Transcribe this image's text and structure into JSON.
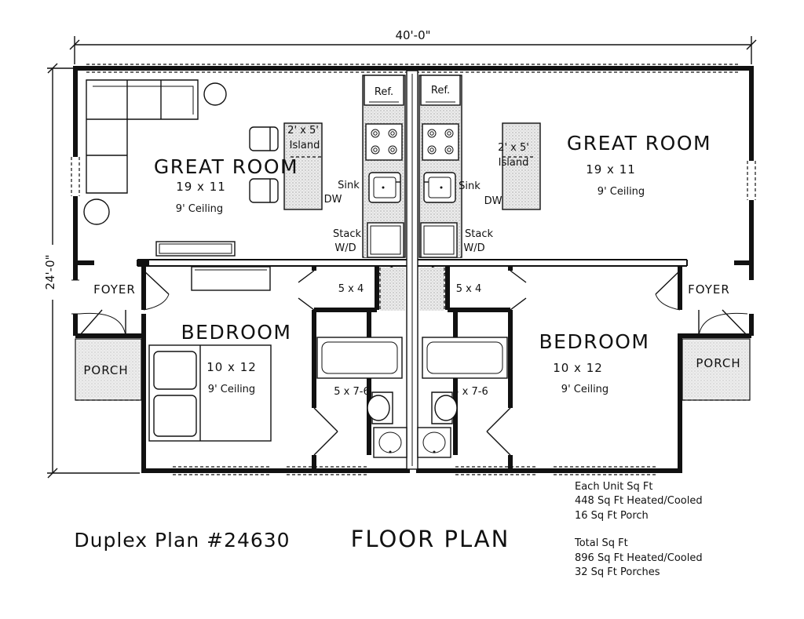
{
  "dimensions": {
    "width": "40'-0\"",
    "depth": "24'-0\""
  },
  "left_unit": {
    "great_room": {
      "name": "GREAT ROOM",
      "size": "19 x 11",
      "ceiling": "9' Ceiling"
    },
    "island": {
      "line1": "2' x 5'",
      "line2": "Island"
    },
    "ref": "Ref.",
    "sink": "Sink",
    "dw": "DW",
    "stack": {
      "line1": "Stack",
      "line2": "W/D"
    },
    "foyer": "FOYER",
    "porch": "PORCH",
    "closet": "5 x 4",
    "bedroom": {
      "name": "BEDROOM",
      "size": "10 x 12",
      "ceiling": "9' Ceiling"
    },
    "bath": "5 x 7-6"
  },
  "right_unit": {
    "great_room": {
      "name": "GREAT ROOM",
      "size": "19 x 11",
      "ceiling": "9' Ceiling"
    },
    "island": {
      "line1": "2' x 5'",
      "line2": "Island"
    },
    "ref": "Ref.",
    "sink": "Sink",
    "dw": "DW",
    "stack": {
      "line1": "Stack",
      "line2": "W/D"
    },
    "foyer": "FOYER",
    "porch": "PORCH",
    "closet": "5 x 4",
    "bedroom": {
      "name": "BEDROOM",
      "size": "10 x 12",
      "ceiling": "9' Ceiling"
    },
    "bath": "5 x 7-6"
  },
  "title": {
    "plan_number": "Duplex Plan #24630",
    "plan_type": "FLOOR PLAN"
  },
  "notes": {
    "each_unit_heading": "Each Unit Sq Ft",
    "each_unit_heated": "448 Sq Ft Heated/Cooled",
    "each_unit_porch": "16 Sq Ft Porch",
    "total_heading": "Total Sq Ft",
    "total_heated": "896 Sq Ft Heated/Cooled",
    "total_porch": "32 Sq Ft Porches"
  }
}
